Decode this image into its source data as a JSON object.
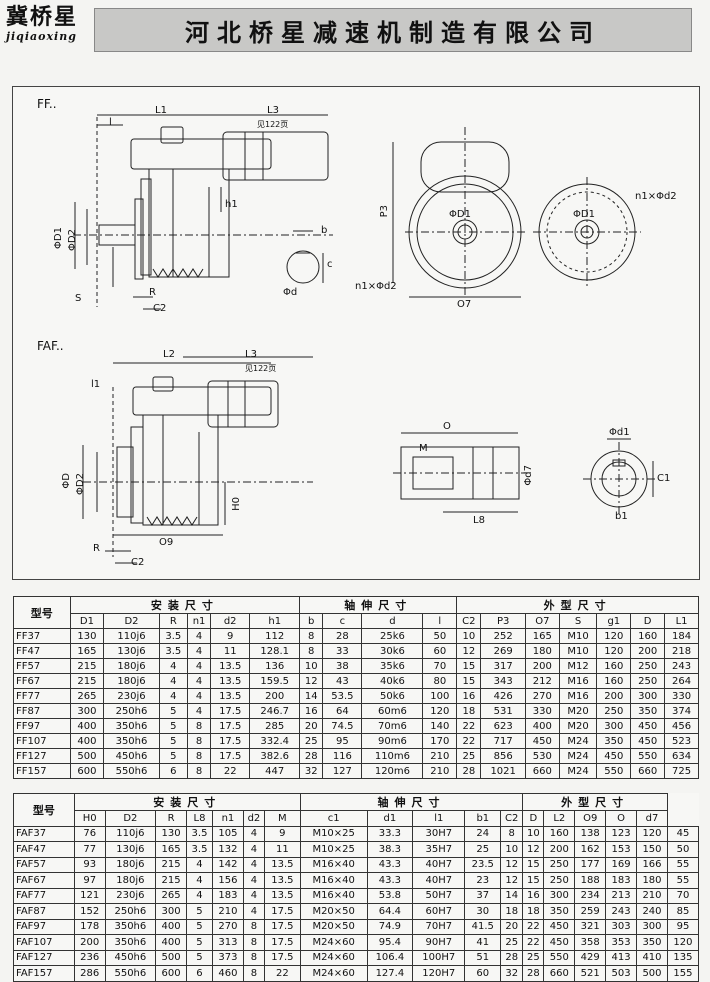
{
  "header": {
    "logo_cn": "冀桥星",
    "logo_en": "jiqiaoxing",
    "title": "河北桥星减速机制造有限公司"
  },
  "drawing": {
    "ff_label": "FF..",
    "faf_label": "FAF..",
    "ff_dims": {
      "L1": "L1",
      "L3": "L3",
      "see": "见122页",
      "l": "l",
      "h1": "h1",
      "D1": "ΦD1",
      "D2": "ΦD2",
      "S": "S",
      "R": "R",
      "C2": "C2",
      "b": "b",
      "c": "c",
      "d": "Φd",
      "P3": "P3",
      "O7": "O7",
      "n1d2_a": "n1×Φd2",
      "n1d2_b": "n1×Φd2",
      "D1b": "ΦD1",
      "D1c": "ΦD1"
    },
    "faf_dims": {
      "L2": "L2",
      "L3": "L3",
      "see": "见122页",
      "l1": "l1",
      "D": "ΦD",
      "D2": "ΦD2",
      "H0": "H0",
      "O9": "O9",
      "R": "R",
      "C2": "C2",
      "O": "O",
      "M": "M",
      "d7": "Φd7",
      "L8": "L8",
      "d1": "Φd1",
      "C1": "C1",
      "b1": "b1"
    }
  },
  "table1": {
    "col_type": "型号",
    "grp_install": "安装尺寸",
    "grp_shaft": "轴伸尺寸",
    "grp_outline": "外型尺寸",
    "headers": [
      "D1",
      "D2",
      "R",
      "n1",
      "d2",
      "h1",
      "b",
      "c",
      "d",
      "l",
      "C2",
      "P3",
      "O7",
      "S",
      "g1",
      "D",
      "L1"
    ],
    "rows": [
      [
        "FF37",
        "130",
        "110j6",
        "3.5",
        "4",
        "9",
        "112",
        "8",
        "28",
        "25k6",
        "50",
        "10",
        "252",
        "165",
        "M10",
        "120",
        "160",
        "184"
      ],
      [
        "FF47",
        "165",
        "130j6",
        "3.5",
        "4",
        "11",
        "128.1",
        "8",
        "33",
        "30k6",
        "60",
        "12",
        "269",
        "180",
        "M10",
        "120",
        "200",
        "218"
      ],
      [
        "FF57",
        "215",
        "180j6",
        "4",
        "4",
        "13.5",
        "136",
        "10",
        "38",
        "35k6",
        "70",
        "15",
        "317",
        "200",
        "M12",
        "160",
        "250",
        "243"
      ],
      [
        "FF67",
        "215",
        "180j6",
        "4",
        "4",
        "13.5",
        "159.5",
        "12",
        "43",
        "40k6",
        "80",
        "15",
        "343",
        "212",
        "M16",
        "160",
        "250",
        "264"
      ],
      [
        "FF77",
        "265",
        "230j6",
        "4",
        "4",
        "13.5",
        "200",
        "14",
        "53.5",
        "50k6",
        "100",
        "16",
        "426",
        "270",
        "M16",
        "200",
        "300",
        "330"
      ],
      [
        "FF87",
        "300",
        "250h6",
        "5",
        "4",
        "17.5",
        "246.7",
        "16",
        "64",
        "60m6",
        "120",
        "18",
        "531",
        "330",
        "M20",
        "250",
        "350",
        "374"
      ],
      [
        "FF97",
        "400",
        "350h6",
        "5",
        "8",
        "17.5",
        "285",
        "20",
        "74.5",
        "70m6",
        "140",
        "22",
        "623",
        "400",
        "M20",
        "300",
        "450",
        "456"
      ],
      [
        "FF107",
        "400",
        "350h6",
        "5",
        "8",
        "17.5",
        "332.4",
        "25",
        "95",
        "90m6",
        "170",
        "22",
        "717",
        "450",
        "M24",
        "350",
        "450",
        "523"
      ],
      [
        "FF127",
        "500",
        "450h6",
        "5",
        "8",
        "17.5",
        "382.6",
        "28",
        "116",
        "110m6",
        "210",
        "25",
        "856",
        "530",
        "M24",
        "450",
        "550",
        "634"
      ],
      [
        "FF157",
        "600",
        "550h6",
        "6",
        "8",
        "22",
        "447",
        "32",
        "127",
        "120m6",
        "210",
        "28",
        "1021",
        "660",
        "M24",
        "550",
        "660",
        "725"
      ]
    ]
  },
  "table2": {
    "col_type": "型号",
    "grp_install": "安装尺寸",
    "grp_shaft": "轴伸尺寸",
    "grp_outline": "外型尺寸",
    "headers": [
      "H0",
      "D2",
      "R",
      "L8",
      "n1",
      "d2",
      "M",
      "c1",
      "d1",
      "l1",
      "b1",
      "C2",
      "D",
      "L2",
      "O9",
      "O",
      "d7"
    ],
    "rows": [
      [
        "FAF37",
        "76",
        "110j6",
        "130",
        "3.5",
        "105",
        "4",
        "9",
        "M10×25",
        "33.3",
        "30H7",
        "24",
        "8",
        "10",
        "160",
        "138",
        "123",
        "120",
        "45"
      ],
      [
        "FAF47",
        "77",
        "130j6",
        "165",
        "3.5",
        "132",
        "4",
        "11",
        "M10×25",
        "38.3",
        "35H7",
        "25",
        "10",
        "12",
        "200",
        "162",
        "153",
        "150",
        "50"
      ],
      [
        "FAF57",
        "93",
        "180j6",
        "215",
        "4",
        "142",
        "4",
        "13.5",
        "M16×40",
        "43.3",
        "40H7",
        "23.5",
        "12",
        "15",
        "250",
        "177",
        "169",
        "166",
        "55"
      ],
      [
        "FAF67",
        "97",
        "180j6",
        "215",
        "4",
        "156",
        "4",
        "13.5",
        "M16×40",
        "43.3",
        "40H7",
        "23",
        "12",
        "15",
        "250",
        "188",
        "183",
        "180",
        "55"
      ],
      [
        "FAF77",
        "121",
        "230j6",
        "265",
        "4",
        "183",
        "4",
        "13.5",
        "M16×40",
        "53.8",
        "50H7",
        "37",
        "14",
        "16",
        "300",
        "234",
        "213",
        "210",
        "70"
      ],
      [
        "FAF87",
        "152",
        "250h6",
        "300",
        "5",
        "210",
        "4",
        "17.5",
        "M20×50",
        "64.4",
        "60H7",
        "30",
        "18",
        "18",
        "350",
        "259",
        "243",
        "240",
        "85"
      ],
      [
        "FAF97",
        "178",
        "350h6",
        "400",
        "5",
        "270",
        "8",
        "17.5",
        "M20×50",
        "74.9",
        "70H7",
        "41.5",
        "20",
        "22",
        "450",
        "321",
        "303",
        "300",
        "95"
      ],
      [
        "FAF107",
        "200",
        "350h6",
        "400",
        "5",
        "313",
        "8",
        "17.5",
        "M24×60",
        "95.4",
        "90H7",
        "41",
        "25",
        "22",
        "450",
        "358",
        "353",
        "350",
        "120"
      ],
      [
        "FAF127",
        "236",
        "450h6",
        "500",
        "5",
        "373",
        "8",
        "17.5",
        "M24×60",
        "106.4",
        "100H7",
        "51",
        "28",
        "25",
        "550",
        "429",
        "413",
        "410",
        "135"
      ],
      [
        "FAF157",
        "286",
        "550h6",
        "600",
        "6",
        "460",
        "8",
        "22",
        "M24×60",
        "127.4",
        "120H7",
        "60",
        "32",
        "28",
        "660",
        "521",
        "503",
        "500",
        "155"
      ]
    ]
  }
}
